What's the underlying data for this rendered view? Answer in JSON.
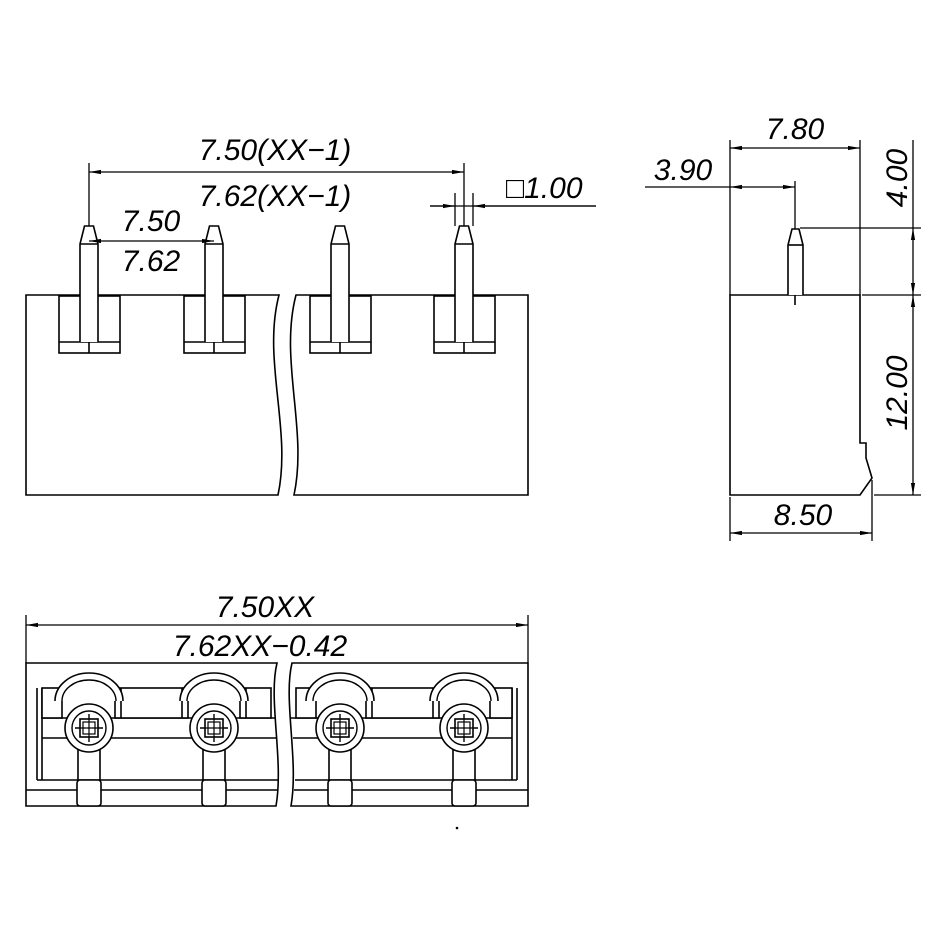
{
  "colors": {
    "line": "#000000",
    "background": "#ffffff"
  },
  "front_view": {
    "overall_pitch_750": "7.50(XX−1)",
    "overall_pitch_762": "7.62(XX−1)",
    "pitch_750": "7.50",
    "pitch_762": "7.62",
    "pin_size": "□1.00"
  },
  "side_view": {
    "top_width": "7.80",
    "pin_offset": "3.90",
    "pin_height": "4.00",
    "body_height": "12.00",
    "bottom_width": "8.50"
  },
  "bottom_view": {
    "length_750": "7.50XX",
    "length_762": "7.62XX−0.42"
  }
}
